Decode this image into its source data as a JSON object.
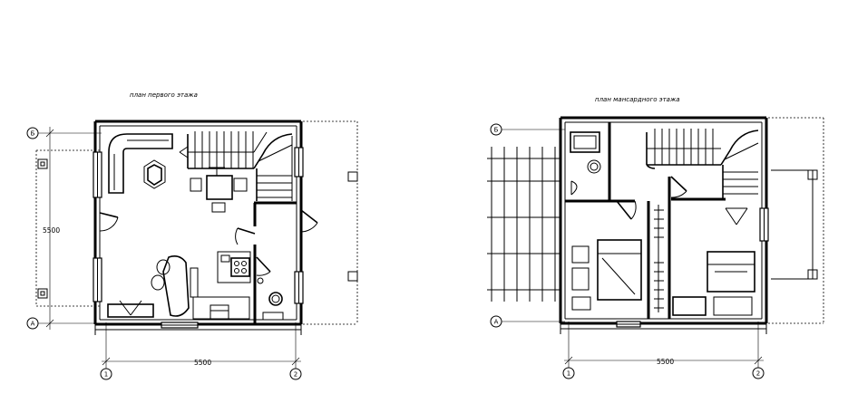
{
  "plans": {
    "first": {
      "title": "план первого этажа",
      "dim_horizontal": "5500",
      "dim_vertical": "5500",
      "axis_left_top": "Б",
      "axis_left_bottom": "А",
      "axis_bottom_left": "1",
      "axis_bottom_right": "2"
    },
    "attic": {
      "title": "план мансардного этажа",
      "dim_horizontal": "5500",
      "axis_left_top": "Б",
      "axis_left_bottom": "А",
      "axis_bottom_left": "1",
      "axis_bottom_right": "2"
    }
  }
}
